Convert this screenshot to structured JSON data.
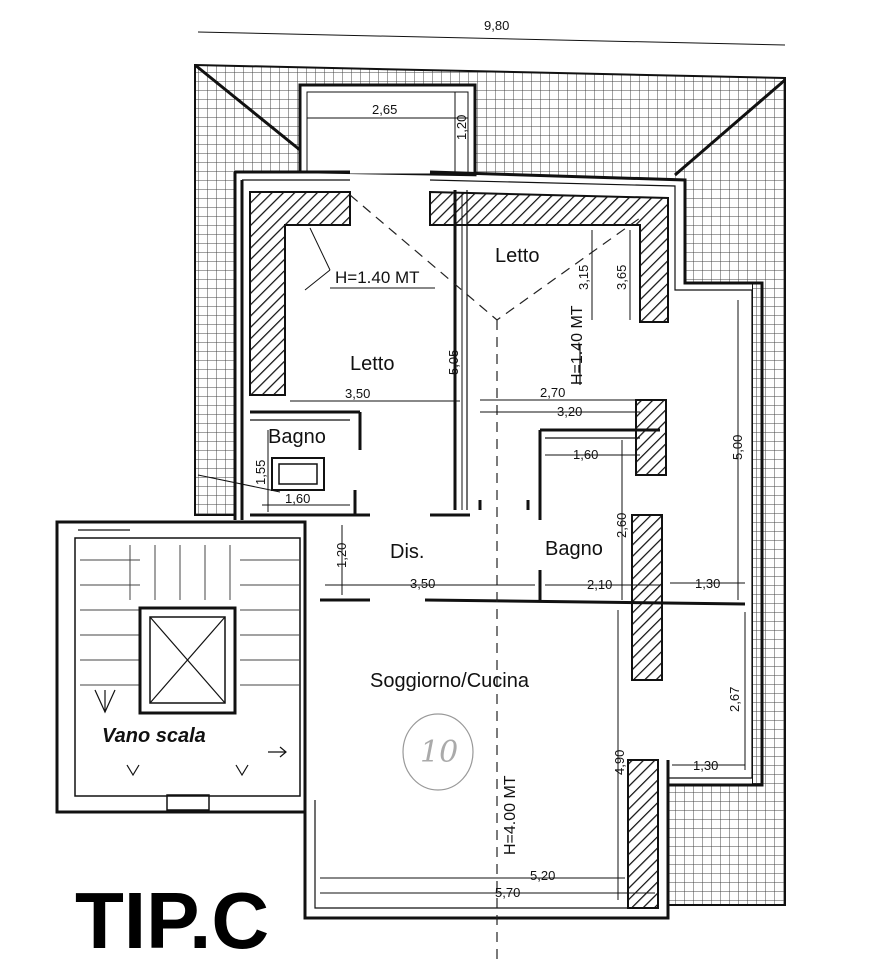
{
  "title": "TIP.C",
  "rooms": {
    "letto_left": "Letto",
    "letto_right": "Letto",
    "bagno_left": "Bagno",
    "bagno_right": "Bagno",
    "dis": "Dis.",
    "soggiorno": "Soggiorno/Cucina",
    "vano_scala": "Vano scala"
  },
  "heights": {
    "letto_left": "H=1.40 MT",
    "letto_right": "H=1.40 MT",
    "soggiorno": "H=4.00 MT"
  },
  "dimensions": {
    "top_total": "9,80",
    "balcony_width": "2,65",
    "balcony_depth": "1,20",
    "letto_left_width": "3,50",
    "letto_left_depth": "5,05",
    "letto_right_a": "3,15",
    "letto_right_b": "3,65",
    "right_270": "2,70",
    "right_320": "3,20",
    "bagno_left_height": "1,55",
    "bagno_left_width": "1,60",
    "bagno_right_width": "1,60",
    "bagno_right_depth": "2,60",
    "right_terrace_500": "5,00",
    "dis_depth": "1,20",
    "dis_width": "3,50",
    "bagno_right_210": "2,10",
    "terrace_130_top": "1,30",
    "terrace_267": "2,67",
    "terrace_130_bottom": "1,30",
    "soggiorno_490": "4,90",
    "soggiorno_520": "5,20",
    "soggiorno_570": "5,70"
  },
  "stamp": "10"
}
